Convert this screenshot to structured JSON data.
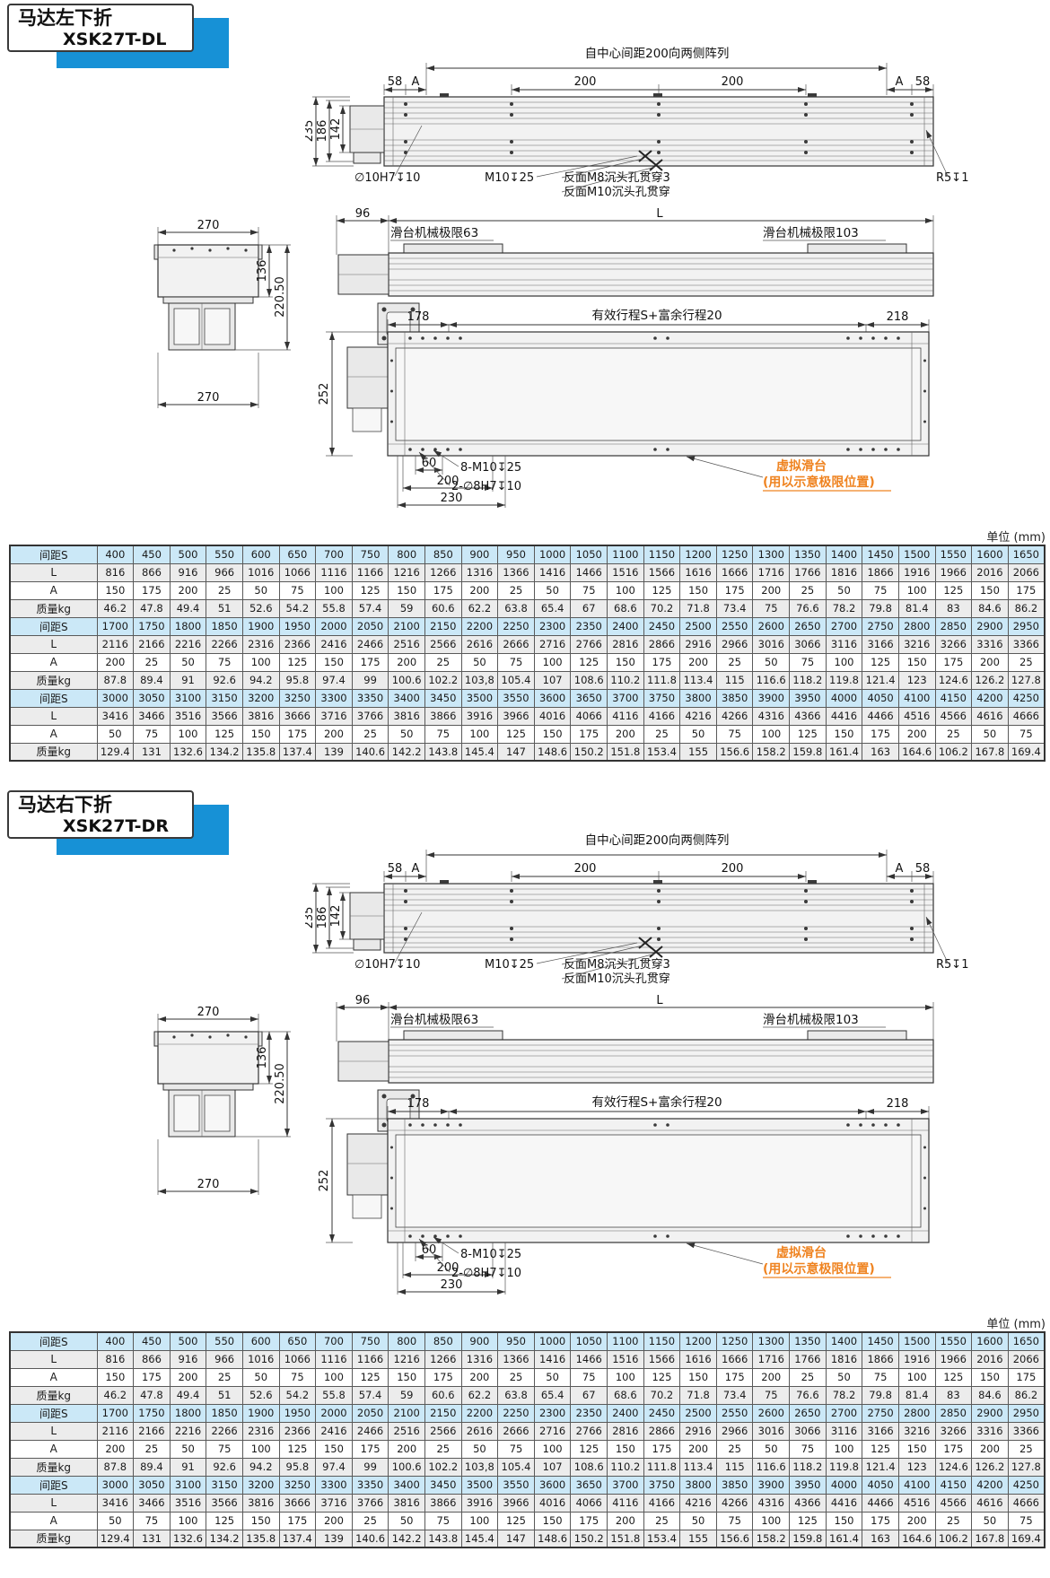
{
  "unit_label": "单位 (mm)",
  "sections": [
    {
      "title": "马达左下折",
      "model": "XSK27T-DL"
    },
    {
      "title": "马达右下折",
      "model": "XSK27T-DR"
    }
  ],
  "drawings": {
    "front": {
      "note": "自中心间距200向两侧阵列",
      "d58": "58",
      "dA": "A",
      "d200": "200",
      "d235": "235",
      "d186": "186",
      "d142": "142",
      "hole": "∅10H7↧10",
      "m10": "M10↧25",
      "m8_back": "反面M8沉头孔贯穿3",
      "m10_back": "反面M10沉头孔贯穿",
      "r5": "R5↧10"
    },
    "side": {
      "d96": "96",
      "dL": "L",
      "limit_left": "滑台机械极限63",
      "limit_right": "滑台机械极限103"
    },
    "end": {
      "d270": "270",
      "d136": "136",
      "d220": "220.50"
    },
    "top": {
      "d178": "178",
      "stroke_note": "有效行程S+富余行程20",
      "d218": "218",
      "d252": "252",
      "d60": "60",
      "d200": "200",
      "d230": "230",
      "m10x8": "8-M10↧25",
      "h8x2": "2-∅8H7↧10",
      "virtual1": "虚拟滑台",
      "virtual2": "(用以示意极限位置)"
    }
  },
  "table": {
    "rows": [
      {
        "label": "间距S",
        "values": [
          "400",
          "450",
          "500",
          "550",
          "600",
          "650",
          "700",
          "750",
          "800",
          "850",
          "900",
          "950",
          "1000",
          "1050",
          "1100",
          "1150",
          "1200",
          "1250",
          "1300",
          "1350",
          "1400",
          "1450",
          "1500",
          "1550",
          "1600",
          "1650"
        ]
      },
      {
        "label": "L",
        "values": [
          "816",
          "866",
          "916",
          "966",
          "1016",
          "1066",
          "1116",
          "1166",
          "1216",
          "1266",
          "1316",
          "1366",
          "1416",
          "1466",
          "1516",
          "1566",
          "1616",
          "1666",
          "1716",
          "1766",
          "1816",
          "1866",
          "1916",
          "1966",
          "2016",
          "2066"
        ]
      },
      {
        "label": "A",
        "values": [
          "150",
          "175",
          "200",
          "25",
          "50",
          "75",
          "100",
          "125",
          "150",
          "175",
          "200",
          "25",
          "50",
          "75",
          "100",
          "125",
          "150",
          "175",
          "200",
          "25",
          "50",
          "75",
          "100",
          "125",
          "150",
          "175"
        ]
      },
      {
        "label": "质量kg",
        "values": [
          "46.2",
          "47.8",
          "49.4",
          "51",
          "52.6",
          "54.2",
          "55.8",
          "57.4",
          "59",
          "60.6",
          "62.2",
          "63.8",
          "65.4",
          "67",
          "68.6",
          "70.2",
          "71.8",
          "73.4",
          "75",
          "76.6",
          "78.2",
          "79.8",
          "81.4",
          "83",
          "84.6",
          "86.2"
        ]
      },
      {
        "label": "间距S",
        "values": [
          "1700",
          "1750",
          "1800",
          "1850",
          "1900",
          "1950",
          "2000",
          "2050",
          "2100",
          "2150",
          "2200",
          "2250",
          "2300",
          "2350",
          "2400",
          "2450",
          "2500",
          "2550",
          "2600",
          "2650",
          "2700",
          "2750",
          "2800",
          "2850",
          "2900",
          "2950"
        ]
      },
      {
        "label": "L",
        "values": [
          "2116",
          "2166",
          "2216",
          "2266",
          "2316",
          "2366",
          "2416",
          "2466",
          "2516",
          "2566",
          "2616",
          "2666",
          "2716",
          "2766",
          "2816",
          "2866",
          "2916",
          "2966",
          "3016",
          "3066",
          "3116",
          "3166",
          "3216",
          "3266",
          "3316",
          "3366"
        ]
      },
      {
        "label": "A",
        "values": [
          "200",
          "25",
          "50",
          "75",
          "100",
          "125",
          "150",
          "175",
          "200",
          "25",
          "50",
          "75",
          "100",
          "125",
          "150",
          "175",
          "200",
          "25",
          "50",
          "75",
          "100",
          "125",
          "150",
          "175",
          "200",
          "25"
        ]
      },
      {
        "label": "质量kg",
        "values": [
          "87.8",
          "89.4",
          "91",
          "92.6",
          "94.2",
          "95.8",
          "97.4",
          "99",
          "100.6",
          "102.2",
          "103,8",
          "105.4",
          "107",
          "108.6",
          "110.2",
          "111.8",
          "113.4",
          "115",
          "116.6",
          "118.2",
          "119.8",
          "121.4",
          "123",
          "124.6",
          "126.2",
          "127.8"
        ]
      },
      {
        "label": "间距S",
        "values": [
          "3000",
          "3050",
          "3100",
          "3150",
          "3200",
          "3250",
          "3300",
          "3350",
          "3400",
          "3450",
          "3500",
          "3550",
          "3600",
          "3650",
          "3700",
          "3750",
          "3800",
          "3850",
          "3900",
          "3950",
          "4000",
          "4050",
          "4100",
          "4150",
          "4200",
          "4250"
        ]
      },
      {
        "label": "L",
        "values": [
          "3416",
          "3466",
          "3516",
          "3566",
          "3816",
          "3666",
          "3716",
          "3766",
          "3816",
          "3866",
          "3916",
          "3966",
          "4016",
          "4066",
          "4116",
          "4166",
          "4216",
          "4266",
          "4316",
          "4366",
          "4416",
          "4466",
          "4516",
          "4566",
          "4616",
          "4666"
        ]
      },
      {
        "label": "A",
        "values": [
          "50",
          "75",
          "100",
          "125",
          "150",
          "175",
          "200",
          "25",
          "50",
          "75",
          "100",
          "125",
          "150",
          "175",
          "200",
          "25",
          "50",
          "75",
          "100",
          "125",
          "150",
          "175",
          "200",
          "25",
          "50",
          "75"
        ]
      },
      {
        "label": "质量kg",
        "values": [
          "129.4",
          "131",
          "132.6",
          "134.2",
          "135.8",
          "137.4",
          "139",
          "140.6",
          "142.2",
          "143.8",
          "145.4",
          "147",
          "148.6",
          "150.2",
          "151.8",
          "153.4",
          "155",
          "156.6",
          "158.2",
          "159.8",
          "161.4",
          "163",
          "164.6",
          "106.2",
          "167.8",
          "169.4"
        ]
      }
    ]
  }
}
